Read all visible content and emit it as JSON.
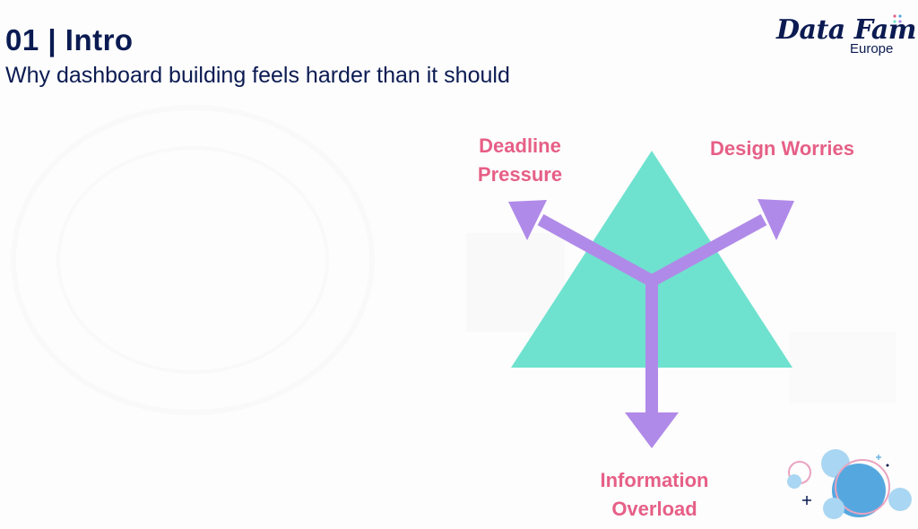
{
  "header": {
    "title": "01 | Intro",
    "subtitle": "Why dashboard building feels harder than it should"
  },
  "logo": {
    "main": "Data Fam",
    "sub": "Europe"
  },
  "diagram": {
    "labels": {
      "top_left": [
        "Deadline",
        "Pressure"
      ],
      "top_right": "Design Worries",
      "bottom": [
        "Information",
        "Overload"
      ]
    }
  },
  "colors": {
    "title": "#0b1b52",
    "triangle": "#6ee2cf",
    "arrows": "#b08ae8",
    "labels": "#e65f86",
    "bubble_blue": "#55a8df",
    "bubble_light": "#a9d6f2",
    "bubble_ring": "#e9a3bf"
  }
}
